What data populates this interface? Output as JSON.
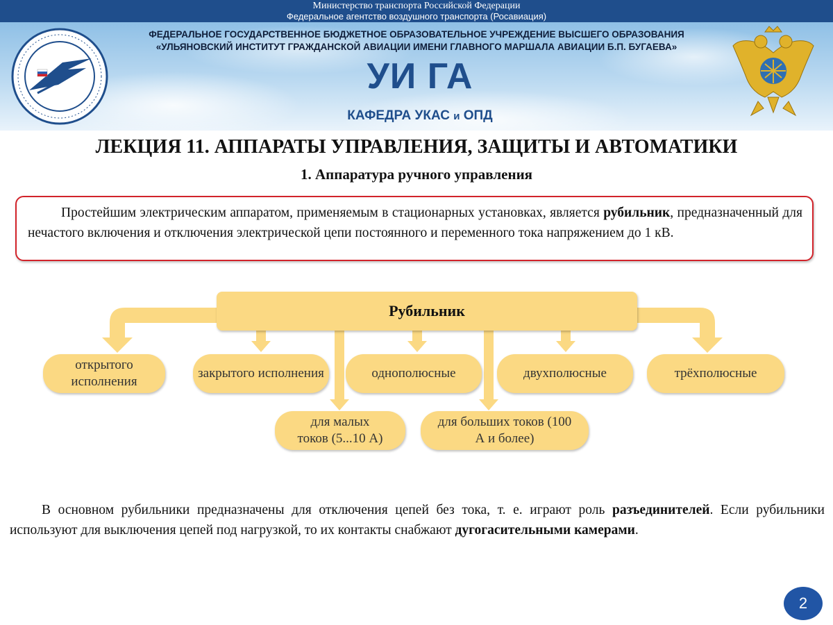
{
  "header": {
    "ministry": "Министерство транспорта Российской Федерации",
    "agency": "Федеральное агентство воздушного транспорта (Росавиация)",
    "org_line1": "ФЕДЕРАЛЬНОЕ ГОСУДАРСТВЕННОЕ БЮДЖЕТНОЕ ОБРАЗОВАТЕЛЬНОЕ УЧРЕЖДЕНИЕ ВЫСШЕГО ОБРАЗОВАНИЯ",
    "org_line2": "«УЛЬЯНОВСКИЙ ИНСТИТУТ ГРАЖДАНСКОЙ АВИАЦИИ ИМЕНИ ГЛАВНОГО МАРШАЛА АВИАЦИИ Б.П. БУГАЕВА»",
    "abbreviation": "УИ ГА",
    "dept_a": "КАФЕДРА УКАС",
    "dept_and": "и",
    "dept_b": "ОПД",
    "bar_color": "#1f4e8c",
    "accent_color": "#1f4e8c"
  },
  "slide": {
    "title": "ЛЕКЦИЯ 11. АППАРАТЫ УПРАВЛЕНИЯ, ЗАЩИТЫ И АВТОМАТИКИ",
    "subtitle": "1. Аппаратура ручного управления",
    "intro_before": "Простейшим электрическим аппаратом, применяемым в стационарных установках, является ",
    "intro_bold": "рубильник",
    "intro_after": ", предназначенный для нечастого включения и отключения электрической цепи постоянного и переменного тока напряжением до 1 кВ.",
    "page_number": "2"
  },
  "diagram": {
    "root": "Рубильник",
    "nodes": {
      "open": "открытого исполнения",
      "closed": "закрытого исполнения",
      "single": "однополюсные",
      "double": "двухполюсные",
      "triple": "трёхполюсные",
      "small": "для малых токов (5...10 А)",
      "large": "для больших токов (100 А и более)"
    },
    "box_color": "#fbd983",
    "arrow_color": "#fbd983"
  },
  "bottom": {
    "t1": "В основном рубильники предназначены для отключения цепей без тока, т. е. играют роль ",
    "b1": "разъединителей",
    "t2": ". Если рубильники используют для выключения цепей под нагрузкой, то их контакты снабжают ",
    "b2": "дугогасительными камерами",
    "t3": "."
  }
}
